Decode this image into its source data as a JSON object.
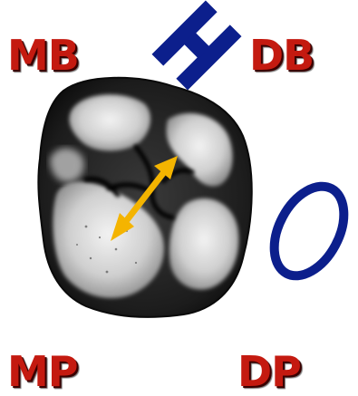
{
  "labels": {
    "mb": "MB",
    "db": "DB",
    "mp": "MP",
    "dp": "DP"
  },
  "colors": {
    "label_red": "#c41a10",
    "symbol_navy": "#0c1f8c",
    "arrow_yellow": "#f4b400",
    "tooth_dark": "#1a1a1a"
  },
  "icons": {
    "h_symbol": "rotated-h-shape-icon",
    "ring_symbol": "oval-ring-icon",
    "arrow": "double-headed-arrow-icon",
    "tooth": "molar-occlusal-view"
  }
}
